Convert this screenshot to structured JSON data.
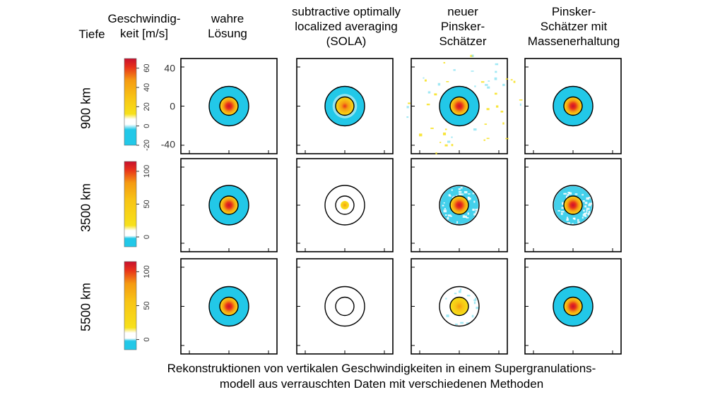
{
  "header": {
    "depth_label": "Tiefe",
    "colorbar_label": "Geschwindig-\nkeit [m/s]",
    "columns": [
      "wahre\nLösung",
      "subtractive optimally\nlocalized averaging\n(SOLA)",
      "neuer\nPinsker-\nSchätzer",
      "Pinsker-\nSchätzer mit\nMassenerhaltung"
    ]
  },
  "caption": "Rekonstruktionen von vertikalen Geschwindigkeiten in einem Supergranulations-\nmodell aus verrauschten Daten mit verschiedenen Methoden",
  "colors": {
    "cyan": "#22c8e8",
    "light_cyan": "#8fe4f2",
    "yellow": "#f7e11a",
    "orange": "#f59a12",
    "red": "#e8321a",
    "dark_red": "#c8102e"
  },
  "chart_data": {
    "type": "heatmap",
    "rows": [
      {
        "depth": "900 km",
        "colorbar_ticks": [
          60,
          40,
          20,
          0,
          -20
        ],
        "colorbar_range": [
          -20,
          70
        ]
      },
      {
        "depth": "3500 km",
        "colorbar_ticks": [
          100,
          50,
          0
        ],
        "colorbar_range": [
          -15,
          115
        ]
      },
      {
        "depth": "5500 km",
        "colorbar_ticks": [
          100,
          50,
          0
        ],
        "colorbar_range": [
          -15,
          115
        ]
      }
    ],
    "axis_ticks": [
      "40",
      "0",
      "-40"
    ],
    "panels": [
      [
        {
          "ring": "cyan-solid",
          "core": "red",
          "core_peak": 1.0
        },
        {
          "ring": "cyan-solid",
          "core": "orange",
          "core_peak": 0.85
        },
        {
          "ring": "cyan-solid-noisy",
          "core": "red",
          "core_peak": 1.0
        },
        {
          "ring": "cyan-solid",
          "core": "red",
          "core_peak": 0.95
        }
      ],
      [
        {
          "ring": "cyan-solid",
          "core": "red",
          "core_peak": 1.0
        },
        {
          "ring": "none",
          "core": "yellow",
          "core_peak": 0.4
        },
        {
          "ring": "cyan-patchy",
          "core": "red",
          "core_peak": 0.9
        },
        {
          "ring": "cyan-patchy",
          "core": "red",
          "core_peak": 0.95
        }
      ],
      [
        {
          "ring": "cyan-solid",
          "core": "red",
          "core_peak": 1.0
        },
        {
          "ring": "none",
          "core": "none",
          "core_peak": 0.0
        },
        {
          "ring": "cyan-faint",
          "core": "yellow",
          "core_peak": 0.6
        },
        {
          "ring": "cyan-solid",
          "core": "red",
          "core_peak": 1.0
        }
      ]
    ]
  }
}
